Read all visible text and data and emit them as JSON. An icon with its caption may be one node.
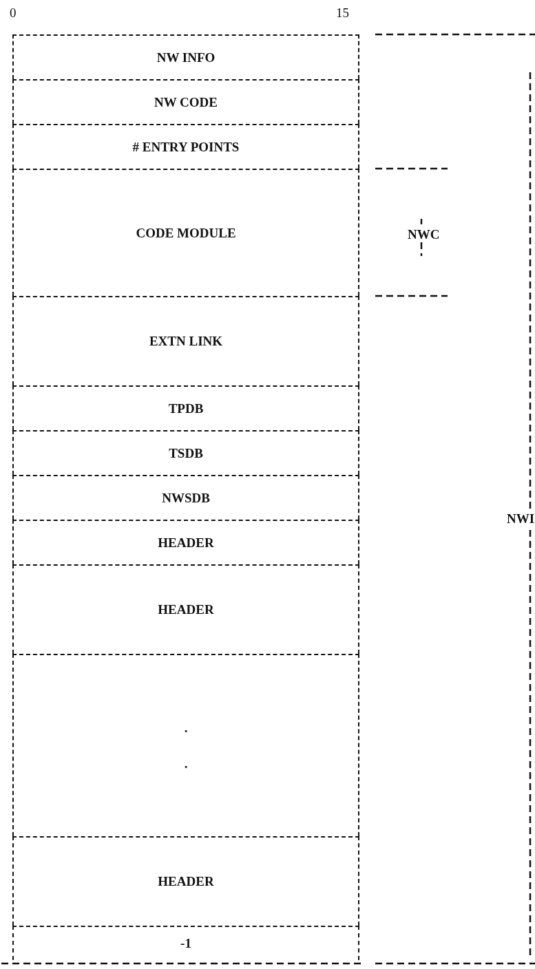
{
  "diagram": {
    "nodes": [
      {
        "text": [
          "NW INFO"
        ]
      },
      {
        "text": [
          "NW CODE"
        ]
      },
      {
        "text": [
          "# ENTRY POINTS"
        ]
      },
      {
        "text": [
          "CODE MODULE"
        ]
      },
      {
        "text": [
          "EXTN LINK"
        ]
      },
      {
        "text": [
          "TPDB"
        ]
      },
      {
        "text": [
          "TSDB"
        ]
      },
      {
        "text": [
          "NWSDB"
        ]
      },
      {
        "text": [
          "HEADER"
        ]
      },
      {
        "text": [
          "HEADER"
        ]
      },
      {
        "text": [
          ".",
          "."
        ]
      },
      {
        "text": [
          "HEADER"
        ]
      },
      {
        "text": [
          "-1"
        ]
      }
    ],
    "edges": [],
    "labels": [
      "0",
      "15",
      "NWC",
      "NWI"
    ]
  }
}
